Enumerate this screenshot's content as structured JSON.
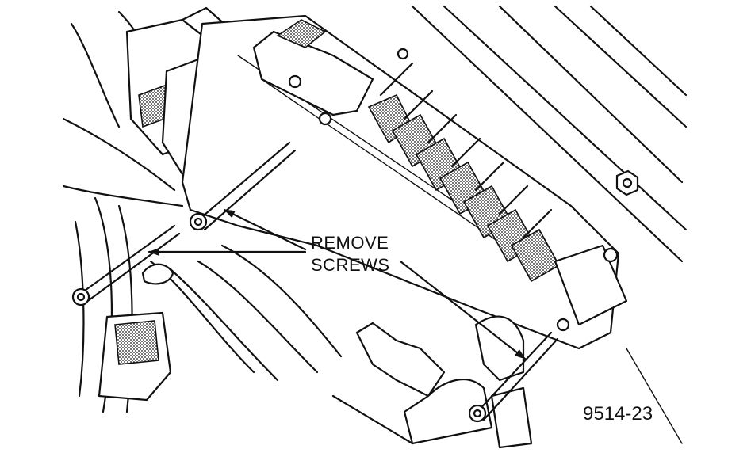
{
  "callout": {
    "line1": "REMOVE",
    "line2": "SCREWS"
  },
  "figure_number": "9514-23",
  "colors": {
    "ink": "#111111",
    "paper": "#ffffff"
  }
}
